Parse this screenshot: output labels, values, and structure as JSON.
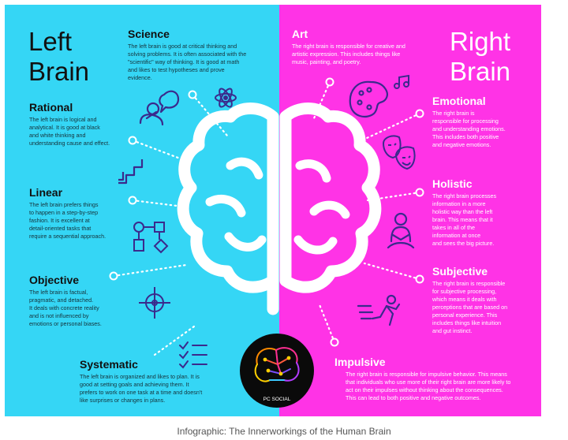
{
  "titles": {
    "left": "Left\nBrain",
    "right": "Right\nBrain"
  },
  "left_sections": {
    "science": {
      "heading": "Science",
      "body": "The left brain is good at critical thinking and\nsolving problems. It is often associated with the\n\"scientific\" way of thinking. It is good at math\nand likes to test hypotheses and prove\nevidence."
    },
    "rational": {
      "heading": "Rational",
      "body": "The left brain is logical and\nanalytical. It is good at black\nand white thinking and\nunderstanding cause and effect."
    },
    "linear": {
      "heading": "Linear",
      "body": "The left brain prefers things\nto happen in a step-by-step\nfashion. It is excellent at\ndetail-oriented tasks that\nrequire a sequential approach."
    },
    "objective": {
      "heading": "Objective",
      "body": "The left brain is factual,\npragmatic, and detached.\nIt deals with concrete reality\nand is not influenced by\nemotions or personal biases."
    },
    "systematic": {
      "heading": "Systematic",
      "body": "The left brain is organized and likes to plan. It is\ngood at setting goals and achieving them. It\nprefers to work on one task at a time and doesn't\nlike surprises or changes in plans."
    }
  },
  "right_sections": {
    "art": {
      "heading": "Art",
      "body": "The right brain is responsible for creative and\nartistic expression. This includes things like\nmusic, painting, and poetry."
    },
    "emotional": {
      "heading": "Emotional",
      "body": "The right brain is\nresponsible for processing\nand understanding emotions.\nThis includes both positive\nand negative emotions."
    },
    "holistic": {
      "heading": "Holistic",
      "body": "The right brain processes\ninformation in a more\nholistic way than the left\nbrain. This means that it\ntakes in all of the\ninformation at once\nand sees the big picture."
    },
    "subjective": {
      "heading": "Subjective",
      "body": "The right brain is responsible\nfor subjective processing,\nwhich means it deals with\nperceptions that are based on\npersonal experience. This\nincludes things like intuition\nand gut instinct."
    },
    "impulsive": {
      "heading": "Impulsive",
      "body": "The right brain is responsible for impulsive behavior. This means\nthat individuals who use more of their right brain are more likely to\nact on their impulses without thinking about the consequences.\nThis can lead to both positive and negative outcomes."
    }
  },
  "logo": {
    "text": "PC SOCIAL"
  },
  "caption": "Infographic: The Innerworkings of the Human Brain",
  "colors": {
    "left_bg": "#35d6f5",
    "right_bg": "#ff33e6",
    "brain_stroke": "#ffffff",
    "logo_bg": "#0a0a0a"
  },
  "icons": [
    "thinking-person-icon",
    "atom-icon",
    "stairs-icon",
    "flowchart-icon",
    "crosshair-icon",
    "checklist-icon",
    "palette-icon",
    "music-note-icon",
    "theater-masks-icon",
    "meditating-person-icon",
    "running-person-icon",
    "brain-icon",
    "logo-brain-icon"
  ]
}
